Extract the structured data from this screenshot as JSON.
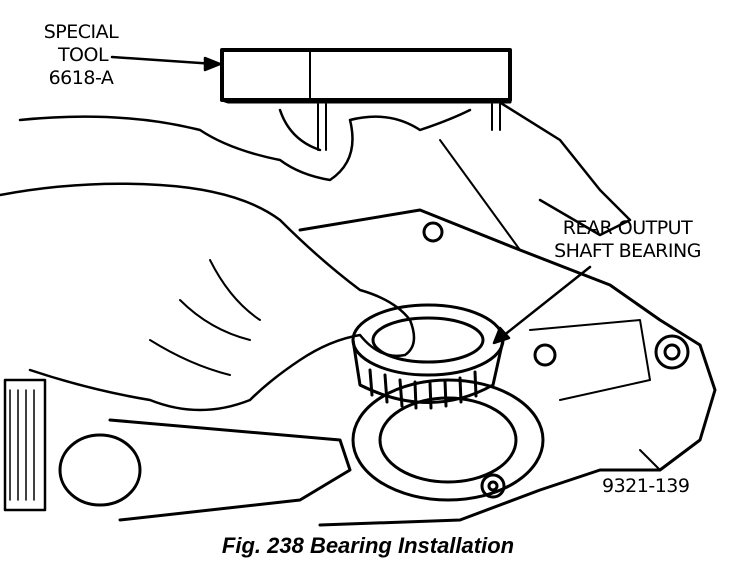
{
  "labels": {
    "special_tool": [
      "SPECIAL",
      "TOOL",
      "6618-A"
    ],
    "bearing": [
      "REAR OUTPUT",
      "SHAFT BEARING"
    ],
    "figure_id": "9321-139"
  },
  "caption": "Fig. 238 Bearing Installation"
}
